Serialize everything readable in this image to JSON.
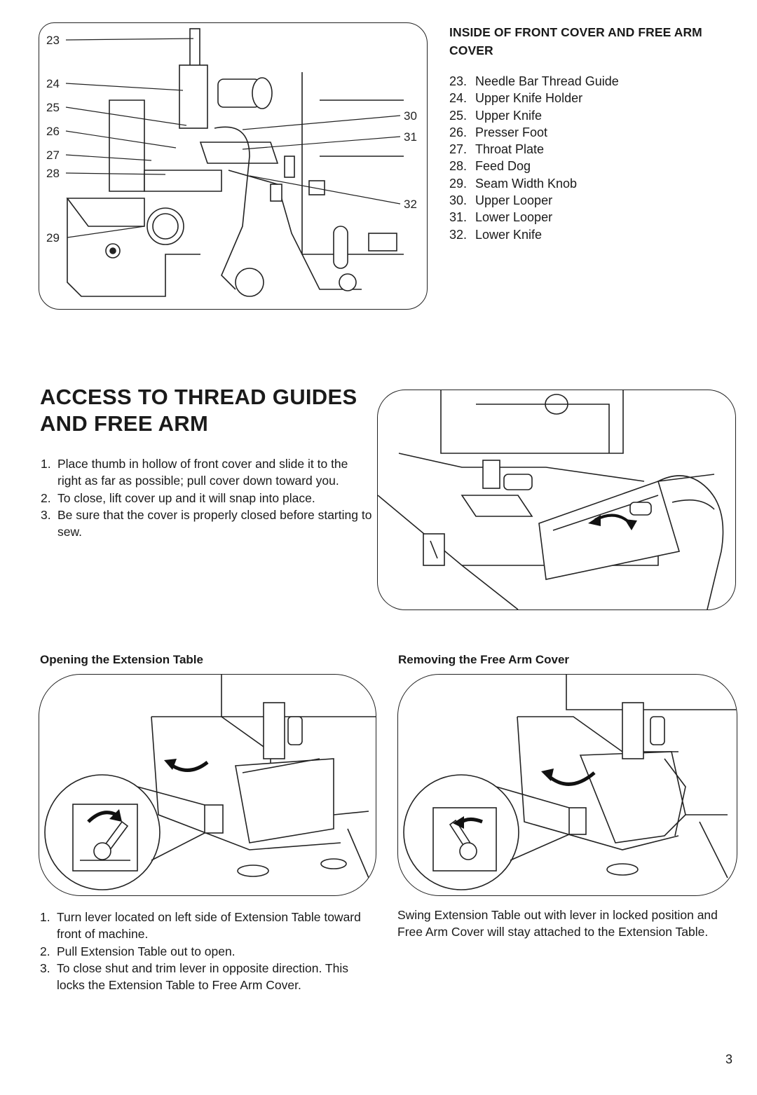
{
  "parts_section": {
    "heading": "INSIDE OF FRONT COVER AND FREE ARM COVER",
    "items": [
      {
        "num": "23.",
        "label": "Needle Bar Thread Guide"
      },
      {
        "num": "24.",
        "label": "Upper Knife Holder"
      },
      {
        "num": "25.",
        "label": "Upper Knife"
      },
      {
        "num": "26.",
        "label": "Presser Foot"
      },
      {
        "num": "27.",
        "label": "Throat Plate"
      },
      {
        "num": "28.",
        "label": "Feed Dog"
      },
      {
        "num": "29.",
        "label": "Seam Width Knob"
      },
      {
        "num": "30.",
        "label": "Upper Looper"
      },
      {
        "num": "31.",
        "label": "Lower Looper"
      },
      {
        "num": "32.",
        "label": "Lower Knife"
      }
    ],
    "callouts": [
      "23",
      "24",
      "25",
      "26",
      "27",
      "28",
      "29",
      "30",
      "31",
      "32"
    ]
  },
  "access_section": {
    "title_line1": "ACCESS TO THREAD GUIDES",
    "title_line2": "AND FREE ARM",
    "steps": [
      {
        "num": "1.",
        "text": "Place thumb in hollow of front cover and slide it to the right as far as possible; pull cover down toward you."
      },
      {
        "num": "2.",
        "text": "To close, lift cover up and it will snap into place."
      },
      {
        "num": "3.",
        "text": "Be sure that the cover is properly closed before starting to sew."
      }
    ]
  },
  "extension_section": {
    "heading": "Opening the Extension Table",
    "steps": [
      {
        "num": "1.",
        "text": "Turn lever located on left side of Extension Table toward front of machine."
      },
      {
        "num": "2.",
        "text": "Pull Extension Table out to open."
      },
      {
        "num": "3.",
        "text": "To close shut and trim lever in opposite direction. This locks the Extension Table to Free Arm Cover."
      }
    ]
  },
  "free_arm_section": {
    "heading": "Removing the Free Arm Cover",
    "description": "Swing Extension Table out with lever in locked position and Free Arm Cover will stay attached to the Extension Table."
  },
  "page_number": "3",
  "icons": [
    "sewing-machine-parts-illustration",
    "arrow-icon",
    "lever-icon",
    "hand-illustration"
  ]
}
